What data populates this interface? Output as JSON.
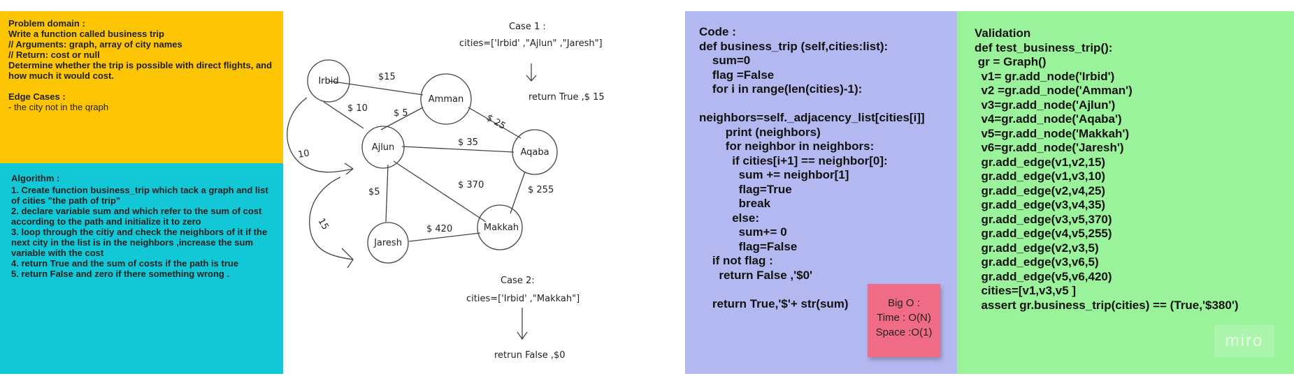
{
  "problem": {
    "title": "Problem domain :",
    "lines": [
      "Write a function called business trip",
      "// Arguments: graph, array of city names",
      "// Return: cost or null",
      "Determine whether the trip is possible with direct flights, and how much it would cost."
    ],
    "edge_title": "Edge Cases :",
    "edge_item": "- the city not in the qraph"
  },
  "algorithm": {
    "title": "Algorithm :",
    "steps": [
      "1. Create function business_trip which tack a graph and list of cities \"the path of trip\"",
      "2. declare variable sum and which refer to the sum of cost according to the path and initialize it to zero",
      "3. loop through the citiy and check the neighbors of it if the next city in the list is in the neighbors ,increase the sum variable with the cost",
      "4. return True and the sum of costs if the path is true",
      "5. return False and zero if there something wrong ."
    ]
  },
  "diagram": {
    "case1_title": "Case 1 :",
    "case1_cities": "cities=['Irbid' ,\"Ajlun\" ,\"Jaresh\"]",
    "case1_return": "return True ,$ 15",
    "case2_title": "Case 2:",
    "case2_cities": "cities=['Irbid' ,\"Makkah\"]",
    "case2_return": "retrun False ,$0",
    "nodes": {
      "irbid": "Irbid",
      "amman": "Amman",
      "ajlun": "Ajlun",
      "aqaba": "Aqaba",
      "jaresh": "Jaresh",
      "makkah": "Makkah"
    },
    "edges": {
      "irbid_amman": "$15",
      "irbid_ajlun": "$ 10",
      "amman_ajlun": "$ 5",
      "amman_aqaba": "$ 25",
      "ajlun_aqaba": "$ 35",
      "ajlun_makkah": "$ 370",
      "aqaba_makkah": "$ 255",
      "ajlun_jaresh": "$5",
      "jaresh_makkah": "$ 420"
    },
    "side_annotations": [
      "10",
      "15"
    ]
  },
  "code": {
    "lines": [
      "Code :",
      "def business_trip (self,cities:list):",
      "    sum=0",
      "    flag =False",
      "    for i in range(len(cities)-1):",
      "",
      "neighbors=self._adjacency_list[cities[i]]",
      "        print (neighbors)",
      "        for neighbor in neighbors:",
      "          if cities[i+1] == neighbor[0]:",
      "            sum += neighbor[1]",
      "            flag=True",
      "            break",
      "          else:",
      "            sum+= 0",
      "            flag=False",
      "    if not flag :",
      "      return False ,'$0'",
      "",
      "    return True,'$'+ str(sum)"
    ]
  },
  "bigo": {
    "title": "Big O :",
    "time": "Time : O(N)",
    "space": "Space :O(1)"
  },
  "validation": {
    "lines": [
      "Validation",
      "def test_business_trip():",
      " gr = Graph()",
      "  v1= gr.add_node('Irbid')",
      "  v2 =gr.add_node('Amman')",
      "  v3=gr.add_node('Ajlun')",
      "  v4=gr.add_node('Aqaba')",
      "  v5=gr.add_node('Makkah')",
      "  v6=gr.add_node('Jaresh')",
      "  gr.add_edge(v1,v2,15)",
      "  gr.add_edge(v1,v3,10)",
      "  gr.add_edge(v2,v4,25)",
      "  gr.add_edge(v3,v4,35)",
      "  gr.add_edge(v3,v5,370)",
      "  gr.add_edge(v4,v5,255)",
      "  gr.add_edge(v2,v3,5)",
      "  gr.add_edge(v3,v6,5)",
      "  gr.add_edge(v5,v6,420)",
      "  cities=[v1,v3,v5 ]",
      "  assert gr.business_trip(cities) == (True,'$380')"
    ]
  },
  "watermark": "miro"
}
